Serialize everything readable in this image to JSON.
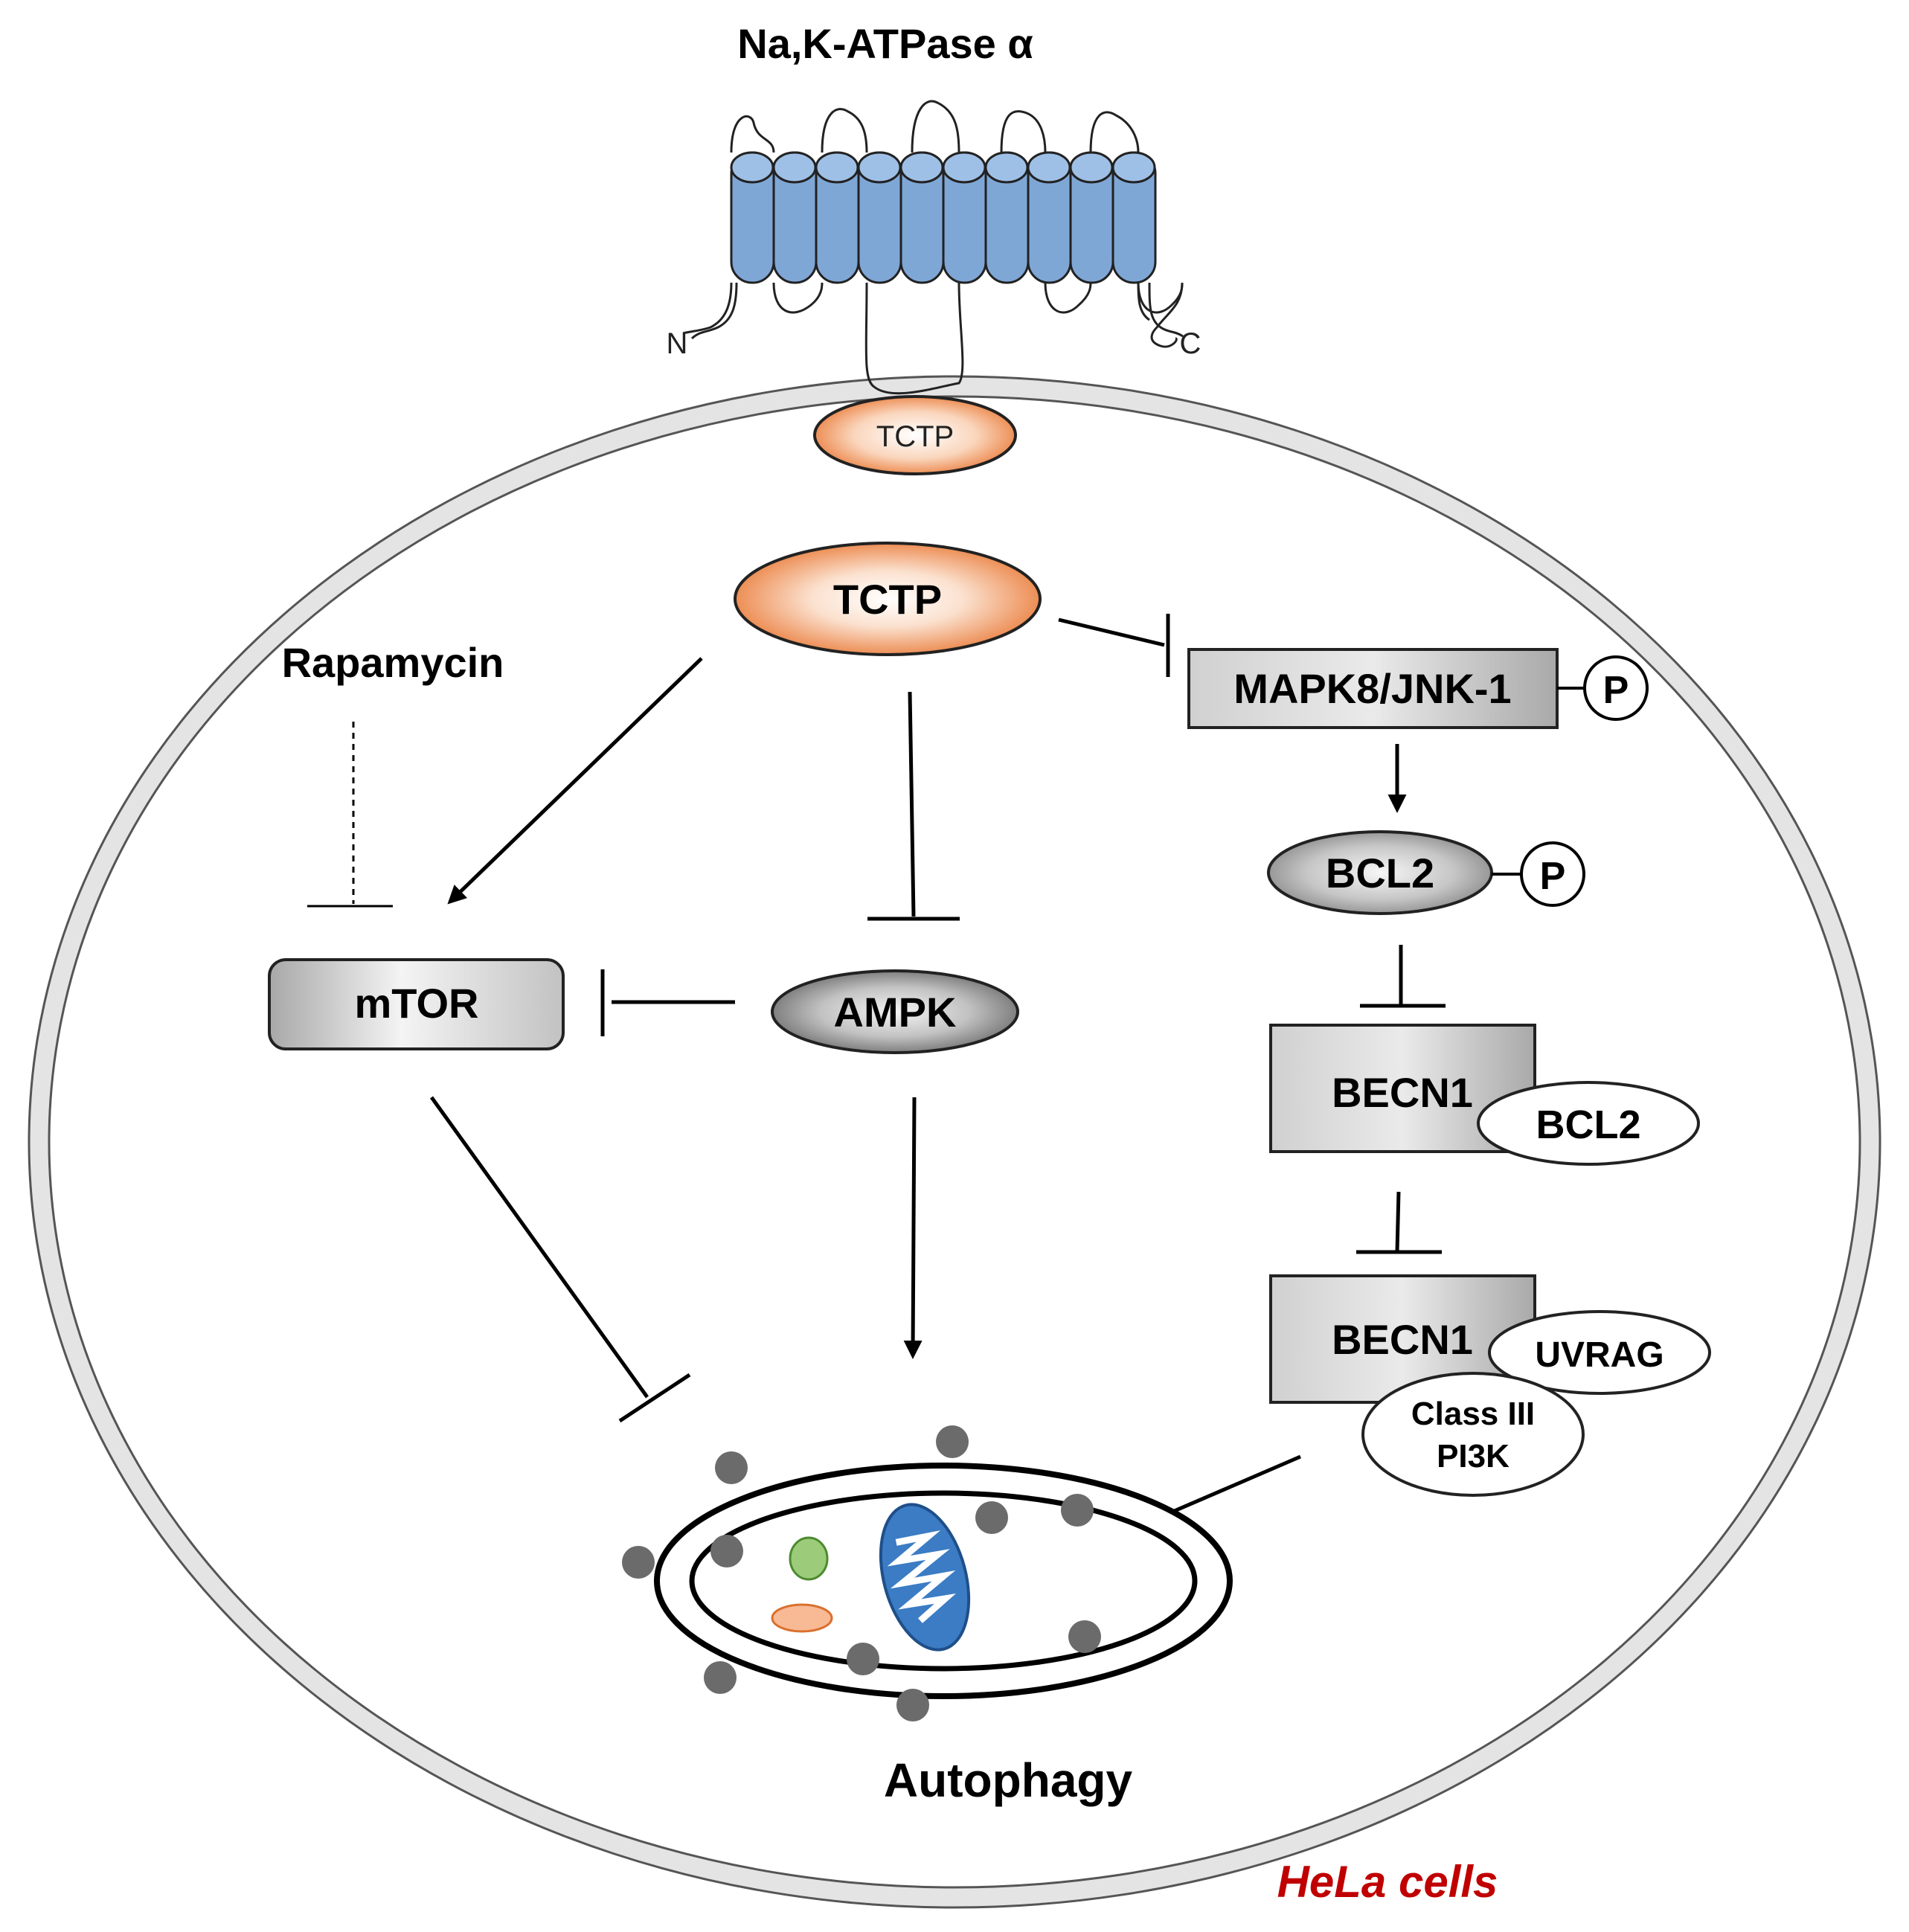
{
  "title": "Na,K-ATPase α",
  "terminus": {
    "n": "N",
    "c": "C"
  },
  "nodes": {
    "tctp_membrane": "TCTP",
    "tctp": "TCTP",
    "rapamycin": "Rapamycin",
    "mtor": "mTOR",
    "ampk": "AMPK",
    "mapk8": "MAPK8/JNK-1",
    "mapk8_p": "P",
    "bcl2": "BCL2",
    "bcl2_p": "P",
    "becn1_a": "BECN1",
    "bcl2_bound": "BCL2",
    "becn1_b": "BECN1",
    "uvrag": "UVRAG",
    "pi3k_line1": "Class III",
    "pi3k_line2": "PI3K",
    "autophagy": "Autophagy"
  },
  "cell_label": "HeLa cells",
  "colors": {
    "membrane_protein": "#7fa7d6",
    "tctp_orange": "#ee8a4e",
    "node_gray": "#c8c8c8",
    "cell_membrane": "#e4e4e4",
    "cell_label": "#c00000",
    "mito_blue": "#3b7cc4",
    "vesicle_green": "#9ccc7a"
  },
  "edges": [
    {
      "from": "TCTP",
      "to": "mTOR",
      "type": "activation"
    },
    {
      "from": "TCTP",
      "to": "AMPK",
      "type": "inhibition"
    },
    {
      "from": "TCTP",
      "to": "MAPK8/JNK-1",
      "type": "inhibition"
    },
    {
      "from": "Rapamycin",
      "to": "mTOR",
      "type": "inhibition",
      "style": "dashed"
    },
    {
      "from": "AMPK",
      "to": "mTOR",
      "type": "inhibition"
    },
    {
      "from": "MAPK8/JNK-1",
      "to": "BCL2",
      "type": "activation"
    },
    {
      "from": "BCL2",
      "to": "BECN1–BCL2",
      "type": "inhibition"
    },
    {
      "from": "BECN1–BCL2",
      "to": "BECN1–UVRAG–Class III PI3K",
      "type": "inhibition"
    },
    {
      "from": "mTOR",
      "to": "Autophagy",
      "type": "inhibition"
    },
    {
      "from": "AMPK",
      "to": "Autophagy",
      "type": "activation"
    },
    {
      "from": "BECN1–UVRAG–Class III PI3K",
      "to": "Autophagy",
      "type": "activation"
    }
  ]
}
